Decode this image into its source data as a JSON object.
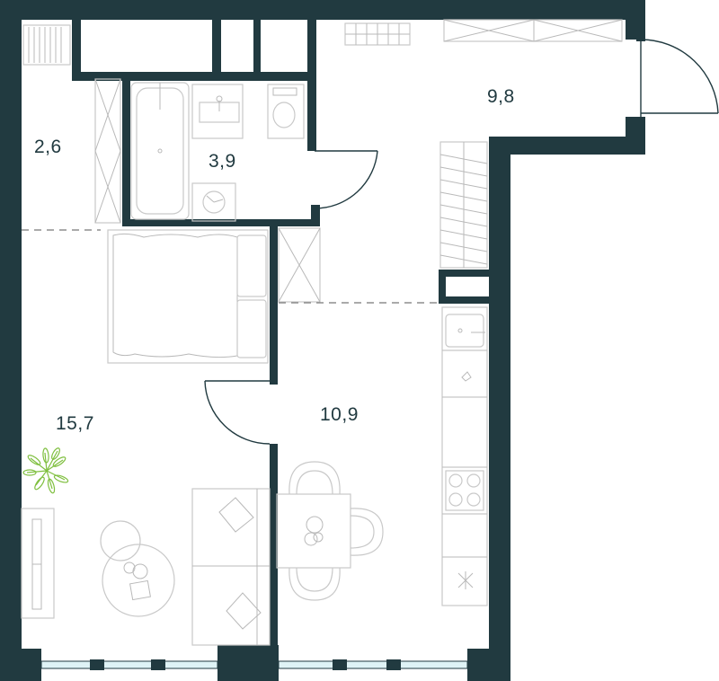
{
  "rooms": {
    "storage": {
      "area": "2,6"
    },
    "bathroom": {
      "area": "3,9"
    },
    "hall": {
      "area": "9,8"
    },
    "bedroom_living": {
      "area": "15,7"
    },
    "kitchen": {
      "area": "10,9"
    }
  },
  "colors": {
    "wall": "#213a40",
    "furniture": "#c9c9c9",
    "plant": "#7fbf3f",
    "window_glass": "#dff3f6"
  }
}
